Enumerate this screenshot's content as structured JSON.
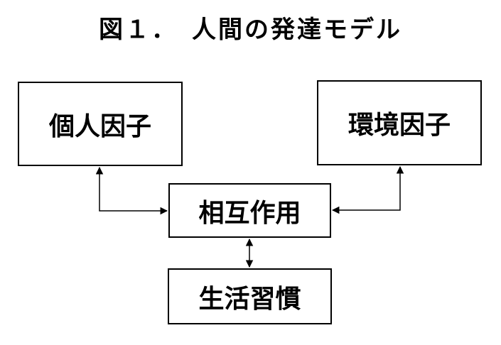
{
  "diagram": {
    "title": "図１．　人間の発達モデル",
    "nodes": {
      "personal_factor": "個人因子",
      "environmental_factor": "環境因子",
      "interaction": "相互作用",
      "lifestyle_habit": "生活習慣"
    }
  }
}
